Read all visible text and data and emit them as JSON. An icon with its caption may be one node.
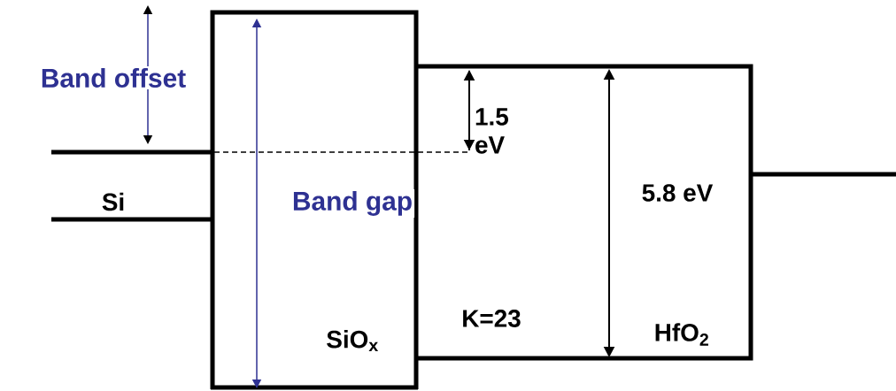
{
  "diagram": {
    "labels": [
      "Band offset",
      "1.5 eV",
      "Si",
      "Band gap",
      "5.8 eV",
      "K=23",
      "SiO$_{x}$",
      "HfO$_{2}$"
    ]
  }
}
